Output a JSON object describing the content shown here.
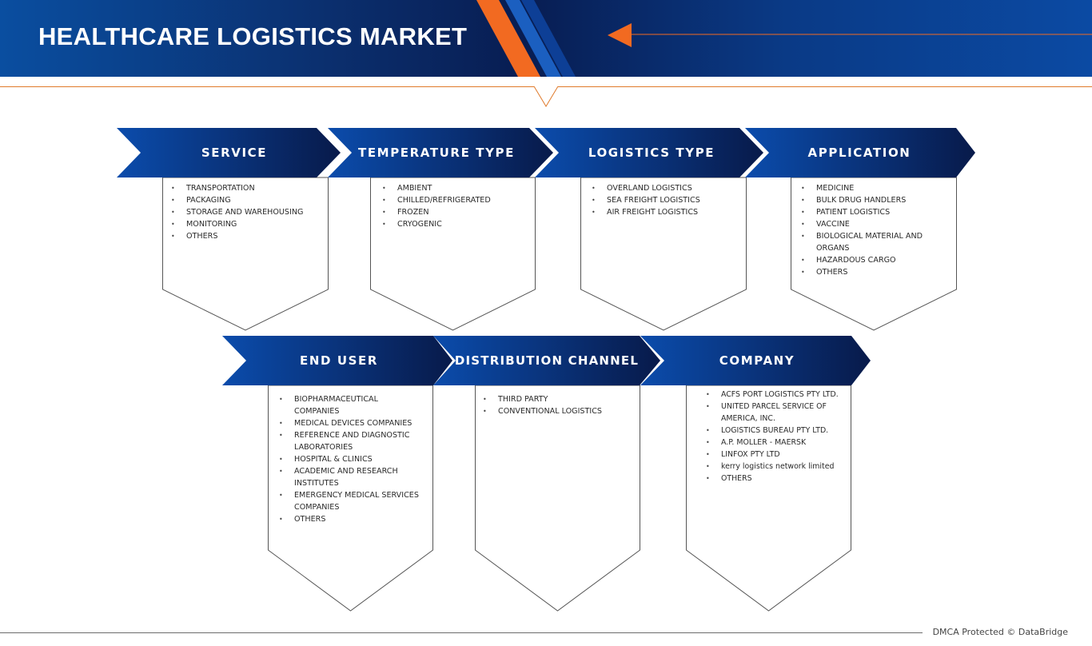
{
  "header": {
    "title": "HEALTHCARE LOGISTICS MARKET",
    "colors": {
      "navy": "#081d52",
      "blue": "#0b4aa3",
      "orange": "#f26a21"
    }
  },
  "segments": [
    {
      "title": "SERVICE",
      "items": [
        "TRANSPORTATION",
        "PACKAGING",
        "STORAGE AND WAREHOUSING",
        "MONITORING",
        "OTHERS"
      ]
    },
    {
      "title": "TEMPERATURE TYPE",
      "items": [
        "AMBIENT",
        "CHILLED/REFRIGERATED",
        "FROZEN",
        "CRYOGENIC"
      ]
    },
    {
      "title": "LOGISTICS TYPE",
      "items": [
        "OVERLAND LOGISTICS",
        "SEA FREIGHT LOGISTICS",
        "AIR FREIGHT LOGISTICS"
      ]
    },
    {
      "title": "APPLICATION",
      "items": [
        "MEDICINE",
        "BULK DRUG HANDLERS",
        "PATIENT LOGISTICS",
        "VACCINE",
        "BIOLOGICAL MATERIAL AND ORGANS",
        "HAZARDOUS CARGO",
        "OTHERS"
      ]
    },
    {
      "title": "END USER",
      "items": [
        "BIOPHARMACEUTICAL COMPANIES",
        "MEDICAL DEVICES COMPANIES",
        "REFERENCE AND DIAGNOSTIC LABORATORIES",
        "HOSPITAL & CLINICS",
        "ACADEMIC AND RESEARCH INSTITUTES",
        "EMERGENCY MEDICAL SERVICES COMPANIES",
        "OTHERS"
      ]
    },
    {
      "title": "DISTRIBUTION CHANNEL",
      "items": [
        "THIRD PARTY",
        "CONVENTIONAL LOGISTICS"
      ]
    },
    {
      "title": "COMPANY",
      "items": [
        "ACFS PORT LOGISTICS PTY LTD.",
        "UNITED PARCEL SERVICE OF AMERICA, INC.",
        "LOGISTICS BUREAU PTY LTD.",
        "A.P. MOLLER - MAERSK",
        "LINFOX PTY LTD",
        "kerry logistics network limited",
        "OTHERS"
      ]
    }
  ],
  "footer": {
    "text": "DMCA Protected © DataBridge"
  }
}
